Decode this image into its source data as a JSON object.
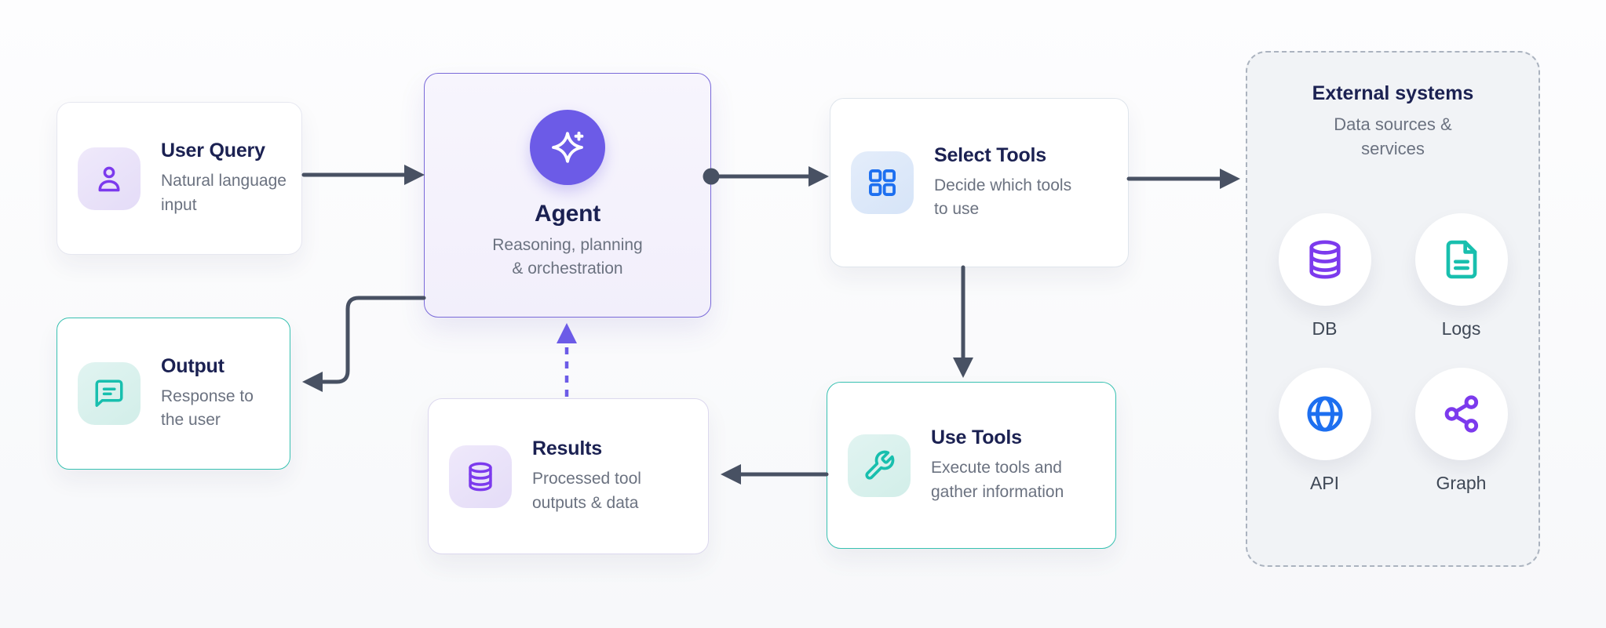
{
  "diagram": {
    "name": "AI agent workflow diagram",
    "colors": {
      "accent_purple": "#6c5be7",
      "icon_violet": "#7c3aed",
      "accent_teal": "#18bfae",
      "accent_blue": "#1d6ff0",
      "arrow": "#485163",
      "title_navy": "#1b2152",
      "subtitle_gray": "#6b7280"
    }
  },
  "nodes": {
    "user_query": {
      "title": "User Query",
      "subtitle": "Natural language input",
      "icon": "user-icon"
    },
    "agent": {
      "title": "Agent",
      "subtitle": "Reasoning, planning & orchestration",
      "icon": "sparkle-icon"
    },
    "select_tools": {
      "title": "Select Tools",
      "subtitle": "Decide which tools to use",
      "icon": "grid-icon"
    },
    "use_tools": {
      "title": "Use Tools",
      "subtitle": "Execute tools and gather information",
      "icon": "wrench-icon"
    },
    "results": {
      "title": "Results",
      "subtitle": "Processed tool outputs & data",
      "icon": "database-icon"
    },
    "output": {
      "title": "Output",
      "subtitle": "Response to the user",
      "icon": "chat-icon"
    },
    "external": {
      "title": "External systems",
      "subtitle": "Data sources & services",
      "items": [
        {
          "label": "DB",
          "icon": "database-icon"
        },
        {
          "label": "Logs",
          "icon": "document-icon"
        },
        {
          "label": "API",
          "icon": "globe-icon"
        },
        {
          "label": "Graph",
          "icon": "share-icon"
        }
      ]
    }
  }
}
